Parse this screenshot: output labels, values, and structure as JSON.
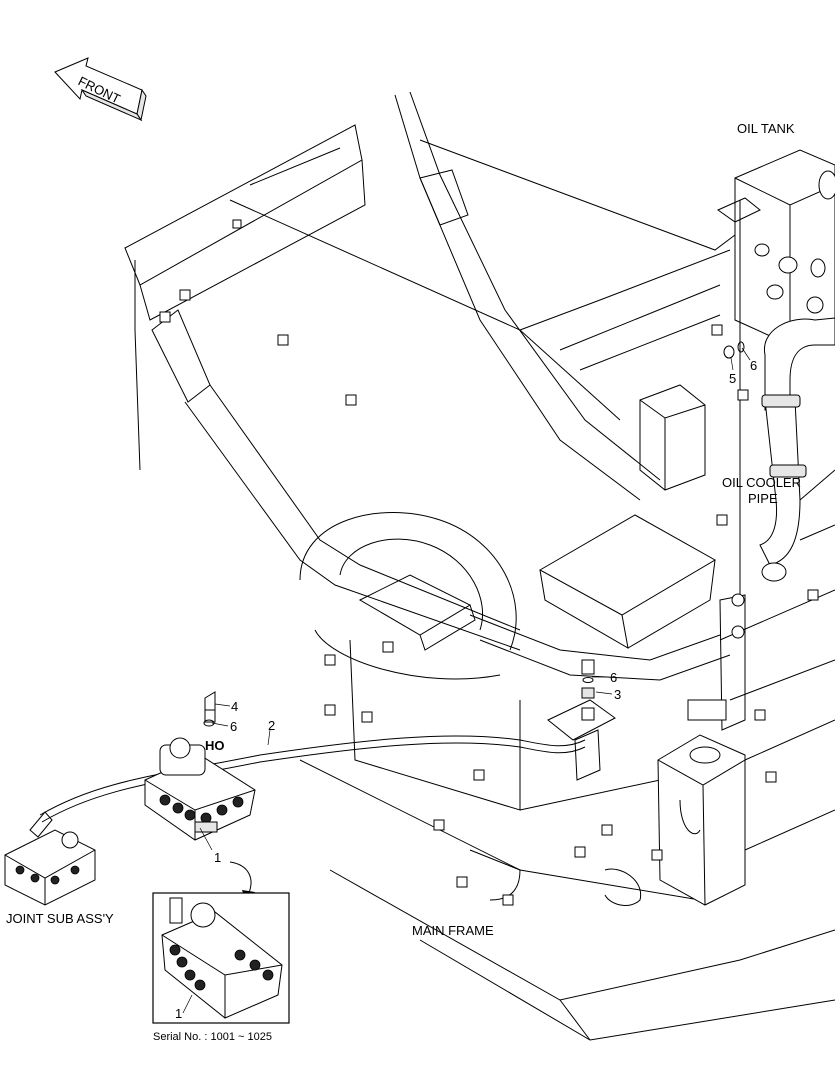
{
  "direction_arrow": {
    "label": "FRONT"
  },
  "labels": {
    "oil_tank": "OIL TANK",
    "oil_cooler_pipe_line1": "OIL COOLER",
    "oil_cooler_pipe_line2": "PIPE",
    "joint_sub_assy": "JOINT SUB ASS'Y",
    "main_frame": "MAIN FRAME",
    "ho_port": "HO"
  },
  "callouts": {
    "part_1": "1",
    "part_1_inset": "1",
    "part_2": "2",
    "part_3": "3",
    "part_4": "4",
    "part_5": "5",
    "part_6_tank": "6",
    "part_6_lower": "6",
    "part_6_valve": "6"
  },
  "inset": {
    "serial_note": "Serial No. : 1001 ~ 1025"
  }
}
